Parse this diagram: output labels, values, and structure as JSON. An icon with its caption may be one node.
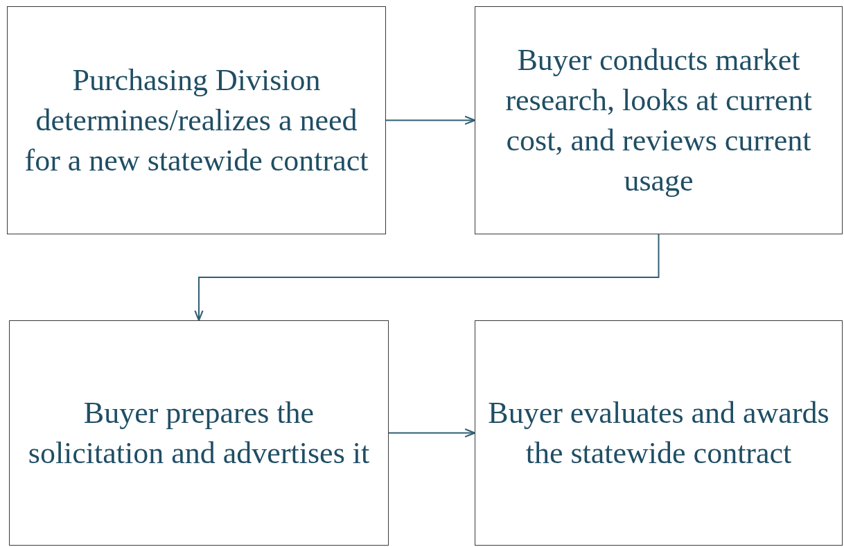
{
  "diagram": {
    "nodes": [
      {
        "text": [
          "Purchasing Division determines/realizes a need for a new statewide contract"
        ]
      },
      {
        "text": [
          "Buyer conducts market research, looks at current cost, and reviews current usage"
        ]
      },
      {
        "text": [
          "Buyer prepares the solicitation and advertises it"
        ]
      },
      {
        "text": [
          "Buyer evaluates and awards the statewide contract"
        ]
      }
    ],
    "edges": [
      {
        "from": 0,
        "to": 1,
        "arrow": "to"
      },
      {
        "from": 1,
        "to": 2,
        "arrow": "to"
      },
      {
        "from": 2,
        "to": 3,
        "arrow": "to"
      }
    ]
  }
}
